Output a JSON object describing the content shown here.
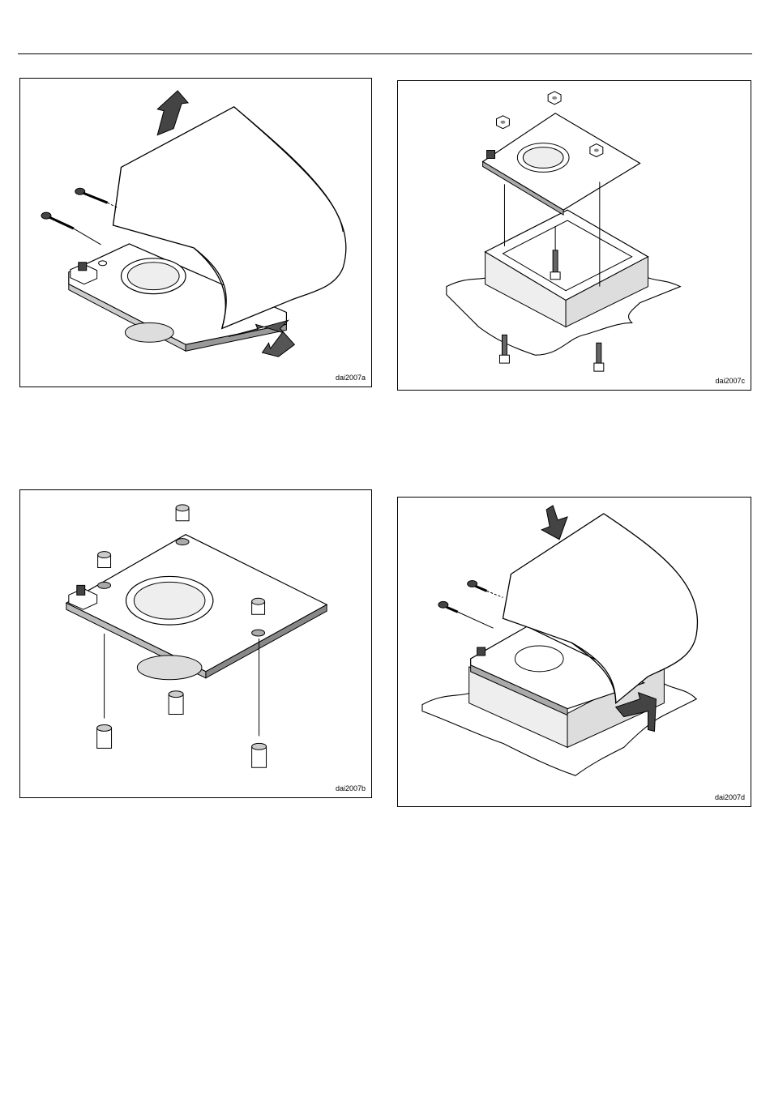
{
  "figures": [
    {
      "id": "a",
      "caption": "dai2007a"
    },
    {
      "id": "c",
      "caption": "dai2007c"
    },
    {
      "id": "b",
      "caption": "dai2007b"
    },
    {
      "id": "d",
      "caption": "dai2007d"
    }
  ]
}
